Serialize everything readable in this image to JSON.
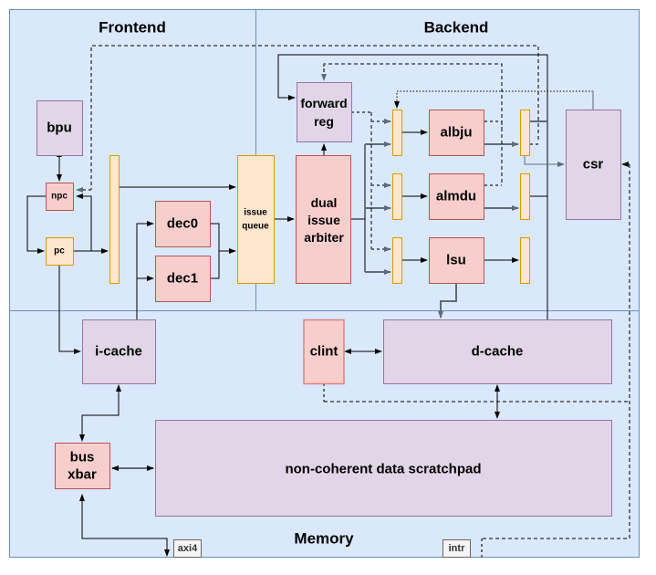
{
  "regions": {
    "frontend": "Frontend",
    "backend": "Backend",
    "memory": "Memory"
  },
  "blocks": {
    "bpu": "bpu",
    "npc": "npc",
    "pc": "pc",
    "dec0": "dec0",
    "dec1": "dec1",
    "issue_queue": [
      "issue",
      "queue"
    ],
    "forward_reg": [
      "forward",
      "reg"
    ],
    "dual_issue_arbiter": [
      "dual",
      "issue",
      "arbiter"
    ],
    "albju": "albju",
    "almdu": "almdu",
    "lsu": "lsu",
    "csr": "csr",
    "i_cache": "i-cache",
    "clint": "clint",
    "d_cache": "d-cache",
    "bus_xbar": [
      "bus",
      "xbar"
    ],
    "scratchpad": "non-coherent data scratchpad"
  },
  "ports": {
    "axi4": "axi4",
    "intr": "intr"
  },
  "colors": {
    "region_fill": "#dae8fc",
    "region_stroke": "#6c8ebf",
    "purple_fill": "#e1d5e7",
    "red_fill": "#f8cecc",
    "orange_fill": "#ffe6cc"
  }
}
